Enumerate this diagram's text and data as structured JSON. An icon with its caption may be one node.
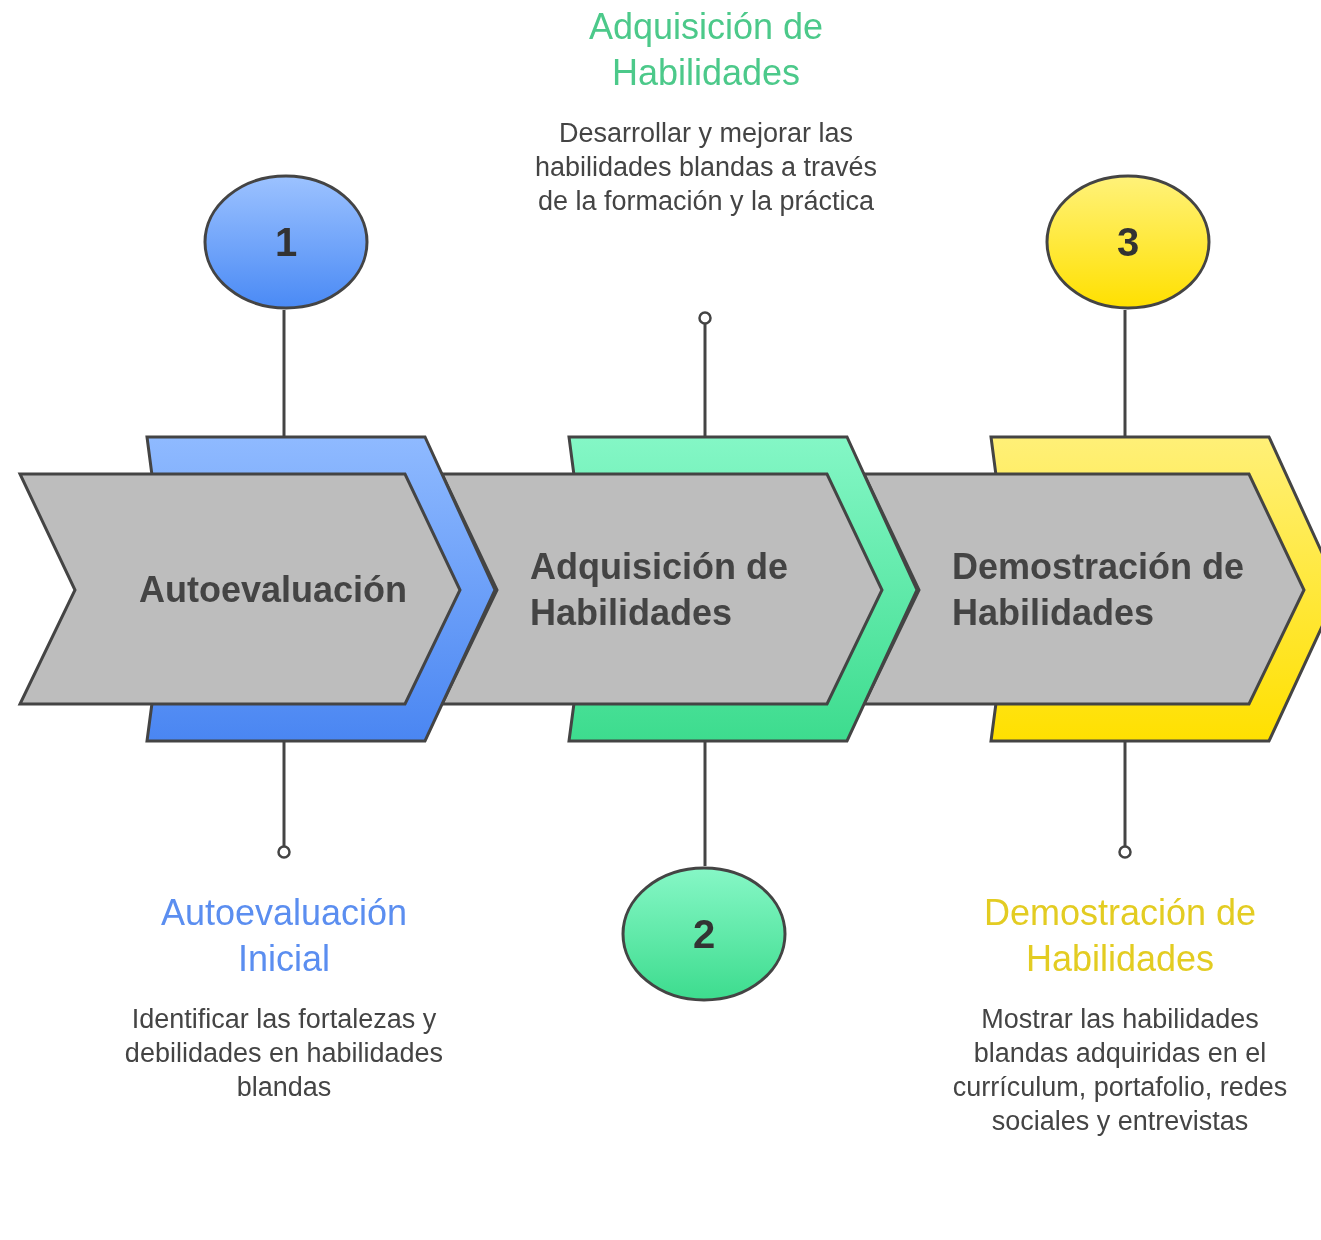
{
  "diagram": {
    "nodes": [
      {
        "text": [
          "Autoevaluación"
        ]
      },
      {
        "text": [
          "Adquisición de Habilidades"
        ]
      },
      {
        "text": [
          "Demostración de Habilidades"
        ]
      },
      {
        "text": [
          "1"
        ]
      },
      {
        "text": [
          "2"
        ]
      },
      {
        "text": [
          "3"
        ]
      },
      {
        "text": [
          "Autoevaluación Inicial",
          "Identificar las fortalezas y debilidades en habilidades blandas"
        ]
      },
      {
        "text": [
          "Adquisición de Habilidades",
          "Desarrollar y mejorar las habilidades blandas a través de la formación y la práctica"
        ]
      },
      {
        "text": [
          "Demostración de Habilidades",
          "Mostrar las habilidades blandas adquiridas en el currículum, portafolio, redes sociales y entrevistas"
        ]
      }
    ],
    "edges": [
      {
        "from": 3,
        "to": 0,
        "arrow": "none"
      },
      {
        "from": 0,
        "to": 6,
        "arrow": "other"
      },
      {
        "from": 1,
        "to": 7,
        "arrow": "other"
      },
      {
        "from": 1,
        "to": 4,
        "arrow": "none"
      },
      {
        "from": 5,
        "to": 2,
        "arrow": "none"
      },
      {
        "from": 2,
        "to": 8,
        "arrow": "other"
      }
    ]
  }
}
